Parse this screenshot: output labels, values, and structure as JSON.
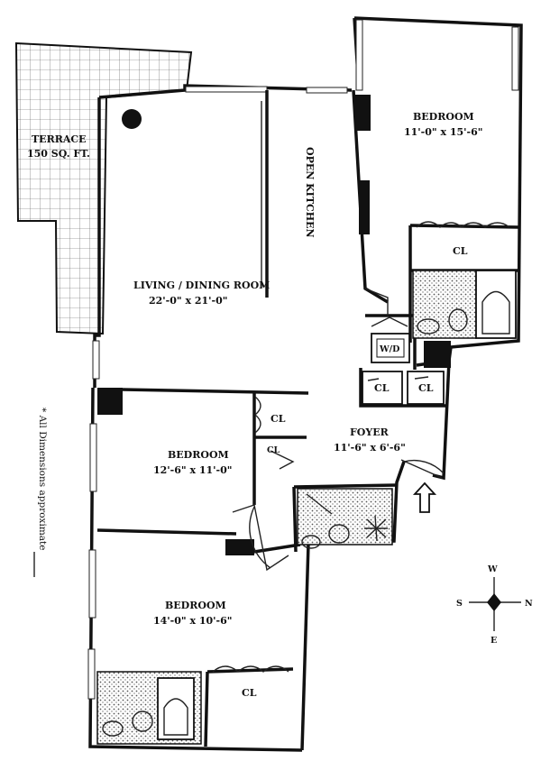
{
  "rooms": {
    "terrace": {
      "name": "TERRACE",
      "area": "150 SQ. FT."
    },
    "living": {
      "name": "LIVING / DINING ROOM",
      "dims": "22'-0\" x 21'-0\""
    },
    "kitchen": {
      "name": "OPEN KITCHEN"
    },
    "bedroom_ne": {
      "name": "BEDROOM",
      "dims": "11'-0\" x 15'-6\""
    },
    "bedroom_mid": {
      "name": "BEDROOM",
      "dims": "12'-6\" x 11'-0\""
    },
    "bedroom_sw": {
      "name": "BEDROOM",
      "dims": "14'-0\" x 10'-6\""
    },
    "foyer": {
      "name": "FOYER",
      "dims": "11'-6\" x 6'-6\""
    }
  },
  "closet_label": "CL",
  "wd_label": "W/D",
  "note": "* All Dimensions approximate",
  "compass": {
    "w": "W",
    "s": "S",
    "n": "N",
    "e": "E"
  }
}
